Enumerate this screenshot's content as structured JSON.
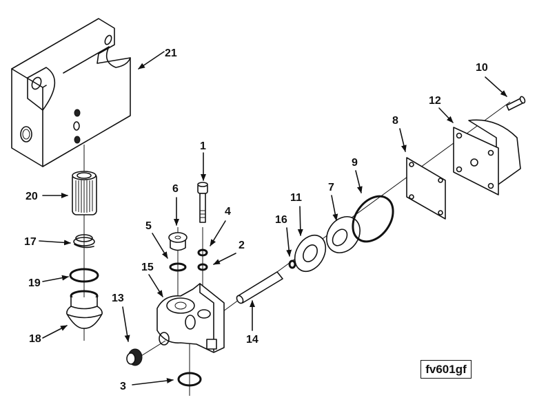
{
  "diagram": {
    "type": "exploded-parts-view",
    "figure_id": "fv601gf",
    "callouts": [
      {
        "number": "1"
      },
      {
        "number": "2"
      },
      {
        "number": "3"
      },
      {
        "number": "4"
      },
      {
        "number": "5"
      },
      {
        "number": "6"
      },
      {
        "number": "7"
      },
      {
        "number": "8"
      },
      {
        "number": "9"
      },
      {
        "number": "10"
      },
      {
        "number": "11"
      },
      {
        "number": "12"
      },
      {
        "number": "13"
      },
      {
        "number": "14"
      },
      {
        "number": "15"
      },
      {
        "number": "16"
      },
      {
        "number": "17"
      },
      {
        "number": "18"
      },
      {
        "number": "19"
      },
      {
        "number": "20"
      },
      {
        "number": "21"
      }
    ]
  }
}
